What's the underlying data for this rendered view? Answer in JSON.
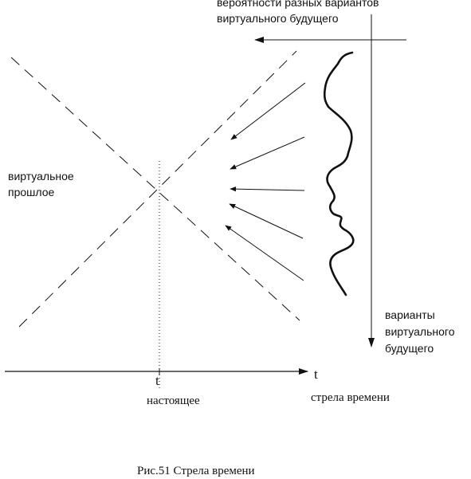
{
  "labels": {
    "future_probabilities_line1": "вероятности разных вариантов",
    "future_probabilities_line2": "виртуального будущего",
    "virtual_past_line1": "виртуальное",
    "virtual_past_line2": "прошлое",
    "future_variants_line1": "варианты",
    "future_variants_line2": "виртуального",
    "future_variants_line3": "будущего",
    "t_axis": "t",
    "t_tick": "t",
    "present": "настоящее",
    "time_arrow": "стрела времени",
    "caption": "Рис.51  Стрела времени"
  },
  "colors": {
    "ink": "#111111"
  }
}
